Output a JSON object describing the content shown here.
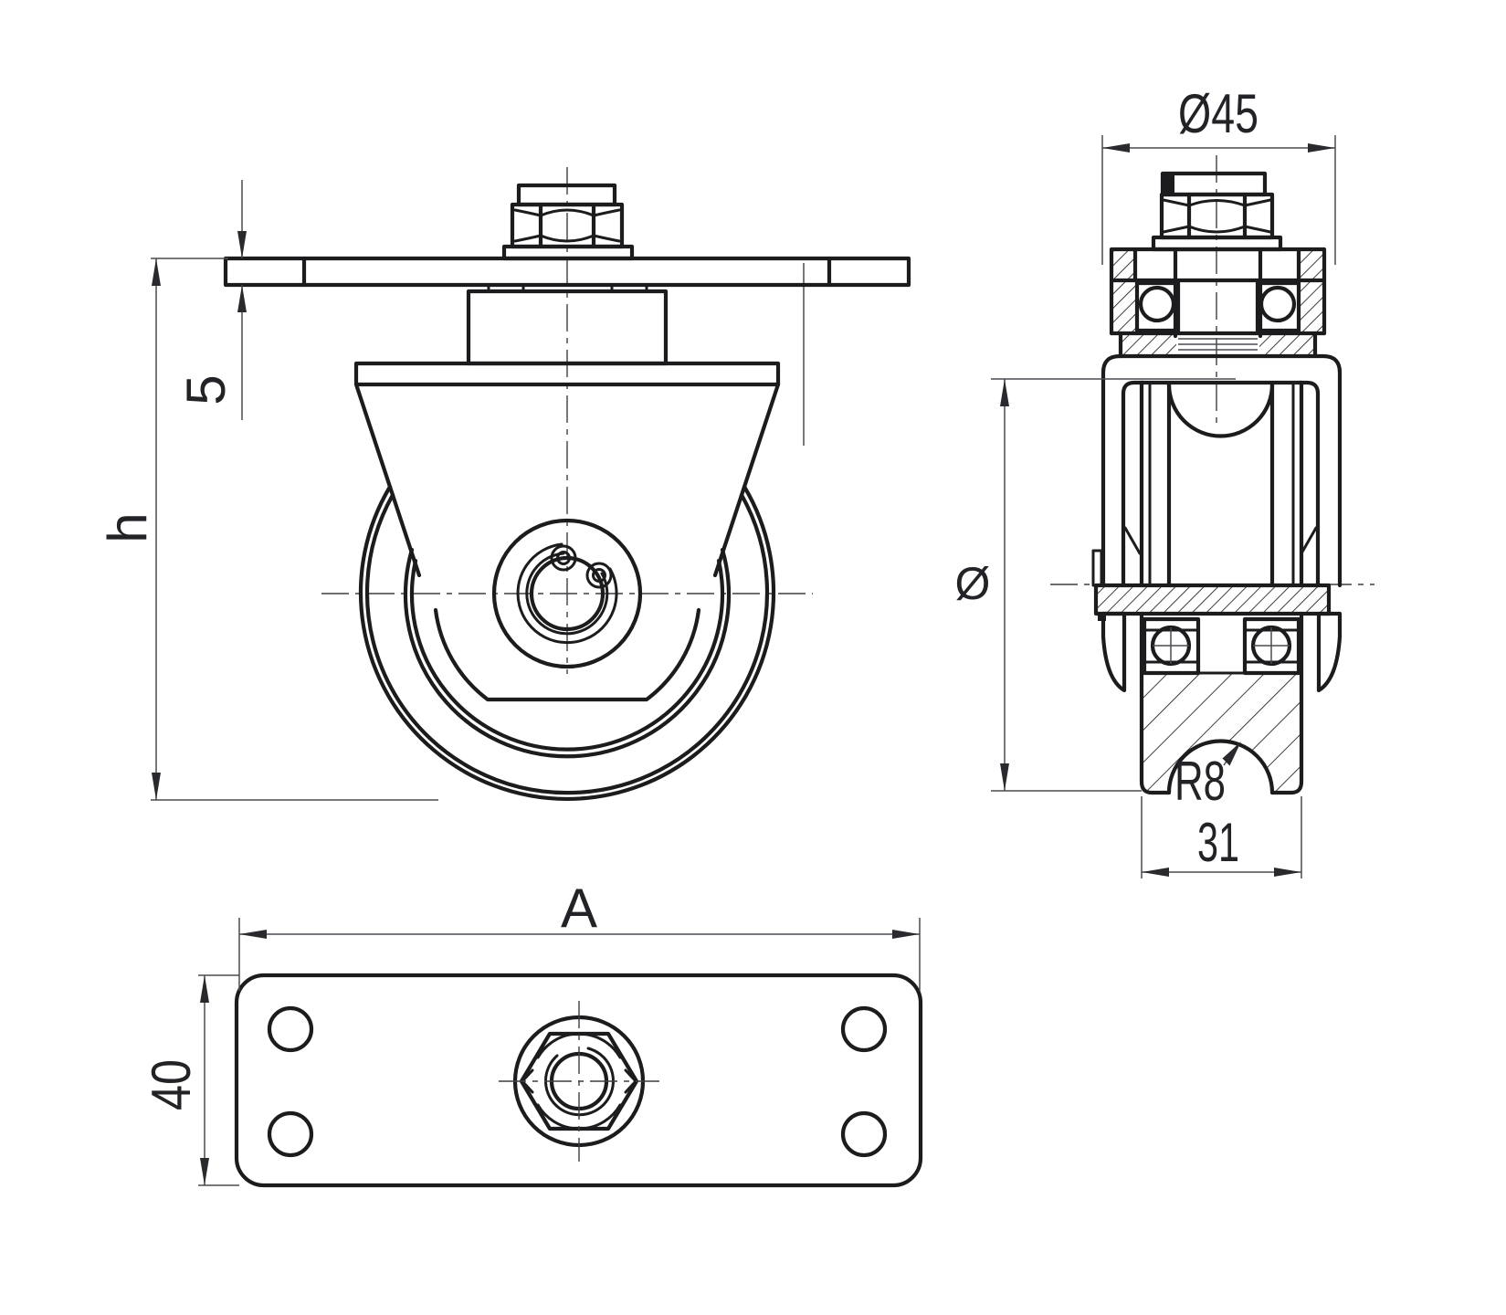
{
  "drawing": {
    "background_color": "#ffffff",
    "line_color": "#1c1c1e",
    "thin_line_color": "#4b4b50",
    "text_color": "#232327",
    "dimensions": {
      "plate_thickness": "5",
      "overall_height": "h",
      "swivel_head_diameter": "Ø45",
      "wheel_diameter": "Ø",
      "groove_radius": "R8",
      "wheel_width": "31",
      "plate_length": "A",
      "plate_width": "40"
    }
  }
}
